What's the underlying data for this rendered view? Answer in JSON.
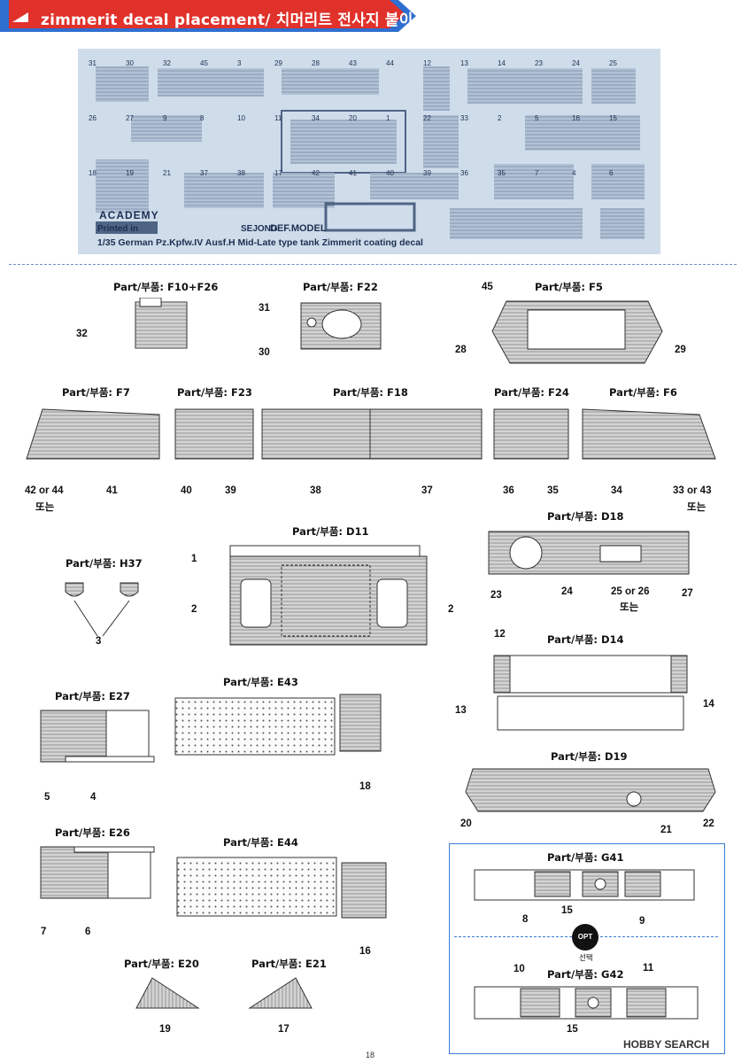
{
  "header": {
    "title": "zimmerit decal placement/ 치머리트 전사지 붙이기"
  },
  "sheet": {
    "brand": "ACADEMY",
    "printed_in": "Printed in",
    "printer": "SEJONG",
    "studio": "DEF.MODEL",
    "caption": "1/35 German Pz.Kpfw.IV Ausf.H Mid-Late type tank Zimmerit coating decal",
    "numbers": [
      "31",
      "30",
      "32",
      "45",
      "3",
      "29",
      "28",
      "43",
      "44",
      "12",
      "13",
      "14",
      "23",
      "24",
      "25",
      "26",
      "27",
      "9",
      "8",
      "10",
      "11",
      "34",
      "20",
      "1",
      "22",
      "33",
      "2",
      "5",
      "16",
      "15",
      "18",
      "19",
      "21",
      "37",
      "38",
      "17",
      "42",
      "41",
      "40",
      "39",
      "36",
      "35",
      "7",
      "4",
      "6"
    ]
  },
  "parts": {
    "f10f26": {
      "label": "Part/부품: F10+F26",
      "n32": "32"
    },
    "f22": {
      "label": "Part/부품: F22",
      "n31": "31",
      "n30": "30"
    },
    "f5": {
      "label": "Part/부품: F5",
      "n45": "45",
      "n28": "28",
      "n29": "29"
    },
    "f7": {
      "label": "Part/부품: F7",
      "n42": "42  or  44",
      "alt": "또는",
      "n41": "41"
    },
    "f23": {
      "label": "Part/부품: F23",
      "n40": "40",
      "n39": "39"
    },
    "f18": {
      "label": "Part/부품: F18",
      "n38": "38",
      "n37": "37"
    },
    "f24": {
      "label": "Part/부품: F24",
      "n36": "36",
      "n35": "35"
    },
    "f6": {
      "label": "Part/부품: F6",
      "n34": "34",
      "n33": "33  or  43",
      "alt": "또는"
    },
    "d11": {
      "label": "Part/부품: D11",
      "n1": "1",
      "n2a": "2",
      "n2b": "2"
    },
    "h37": {
      "label": "Part/부품: H37",
      "n3": "3"
    },
    "d18": {
      "label": "Part/부품: D18",
      "n23": "23",
      "n24": "24",
      "n25": "25  or  26",
      "alt": "또는",
      "n27": "27"
    },
    "d14": {
      "label": "Part/부품: D14",
      "n12": "12",
      "n13": "13",
      "n14": "14"
    },
    "e27": {
      "label": "Part/부품: E27",
      "n5": "5",
      "n4": "4"
    },
    "e43": {
      "label": "Part/부품: E43",
      "n18": "18"
    },
    "d19": {
      "label": "Part/부품: D19",
      "n20": "20",
      "n21": "21",
      "n22": "22"
    },
    "e26": {
      "label": "Part/부품: E26",
      "n7": "7",
      "n6": "6"
    },
    "e44": {
      "label": "Part/부품: E44",
      "n16": "16"
    },
    "g41": {
      "label": "Part/부품: G41",
      "n8": "8",
      "n15": "15",
      "n9": "9"
    },
    "g42": {
      "label": "Part/부품: G42",
      "n10": "10",
      "n11": "11",
      "n15": "15"
    },
    "e20": {
      "label": "Part/부품: E20",
      "n19": "19"
    },
    "e21": {
      "label": "Part/부품: E21",
      "n17": "17"
    }
  },
  "optional": {
    "badge": "OPT",
    "label": "선택"
  },
  "page_number": "18",
  "watermark": "HOBBY SEARCH",
  "colors": {
    "accent": "#3a7cd6",
    "sheet_bg": "#cfdcea",
    "header_red": "#e0312b",
    "header_blue": "#2f6fd0"
  }
}
